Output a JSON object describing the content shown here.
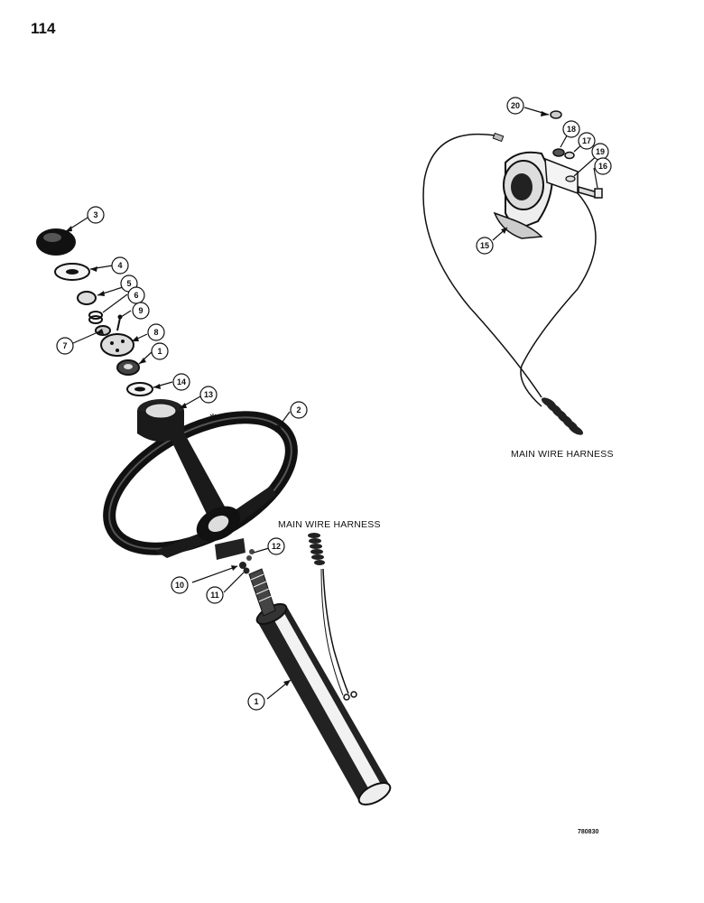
{
  "page_number": "114",
  "figure_code": "780830",
  "labels": {
    "main_wire_harness_right": "MAIN WIRE HARNESS",
    "main_wire_harness_center": "MAIN WIRE HARNESS"
  },
  "callouts": {
    "c1_column": "1",
    "c1_nut": "1",
    "c2": "2",
    "c3": "3",
    "c4": "4",
    "c5": "5",
    "c6": "6",
    "c7": "7",
    "c8": "8",
    "c9": "9",
    "c10": "10",
    "c11": "11",
    "c12": "12",
    "c13": "13",
    "c14": "14",
    "c15": "15",
    "c16": "16",
    "c17": "17",
    "c18": "18",
    "c19": "19",
    "c20": "20"
  }
}
